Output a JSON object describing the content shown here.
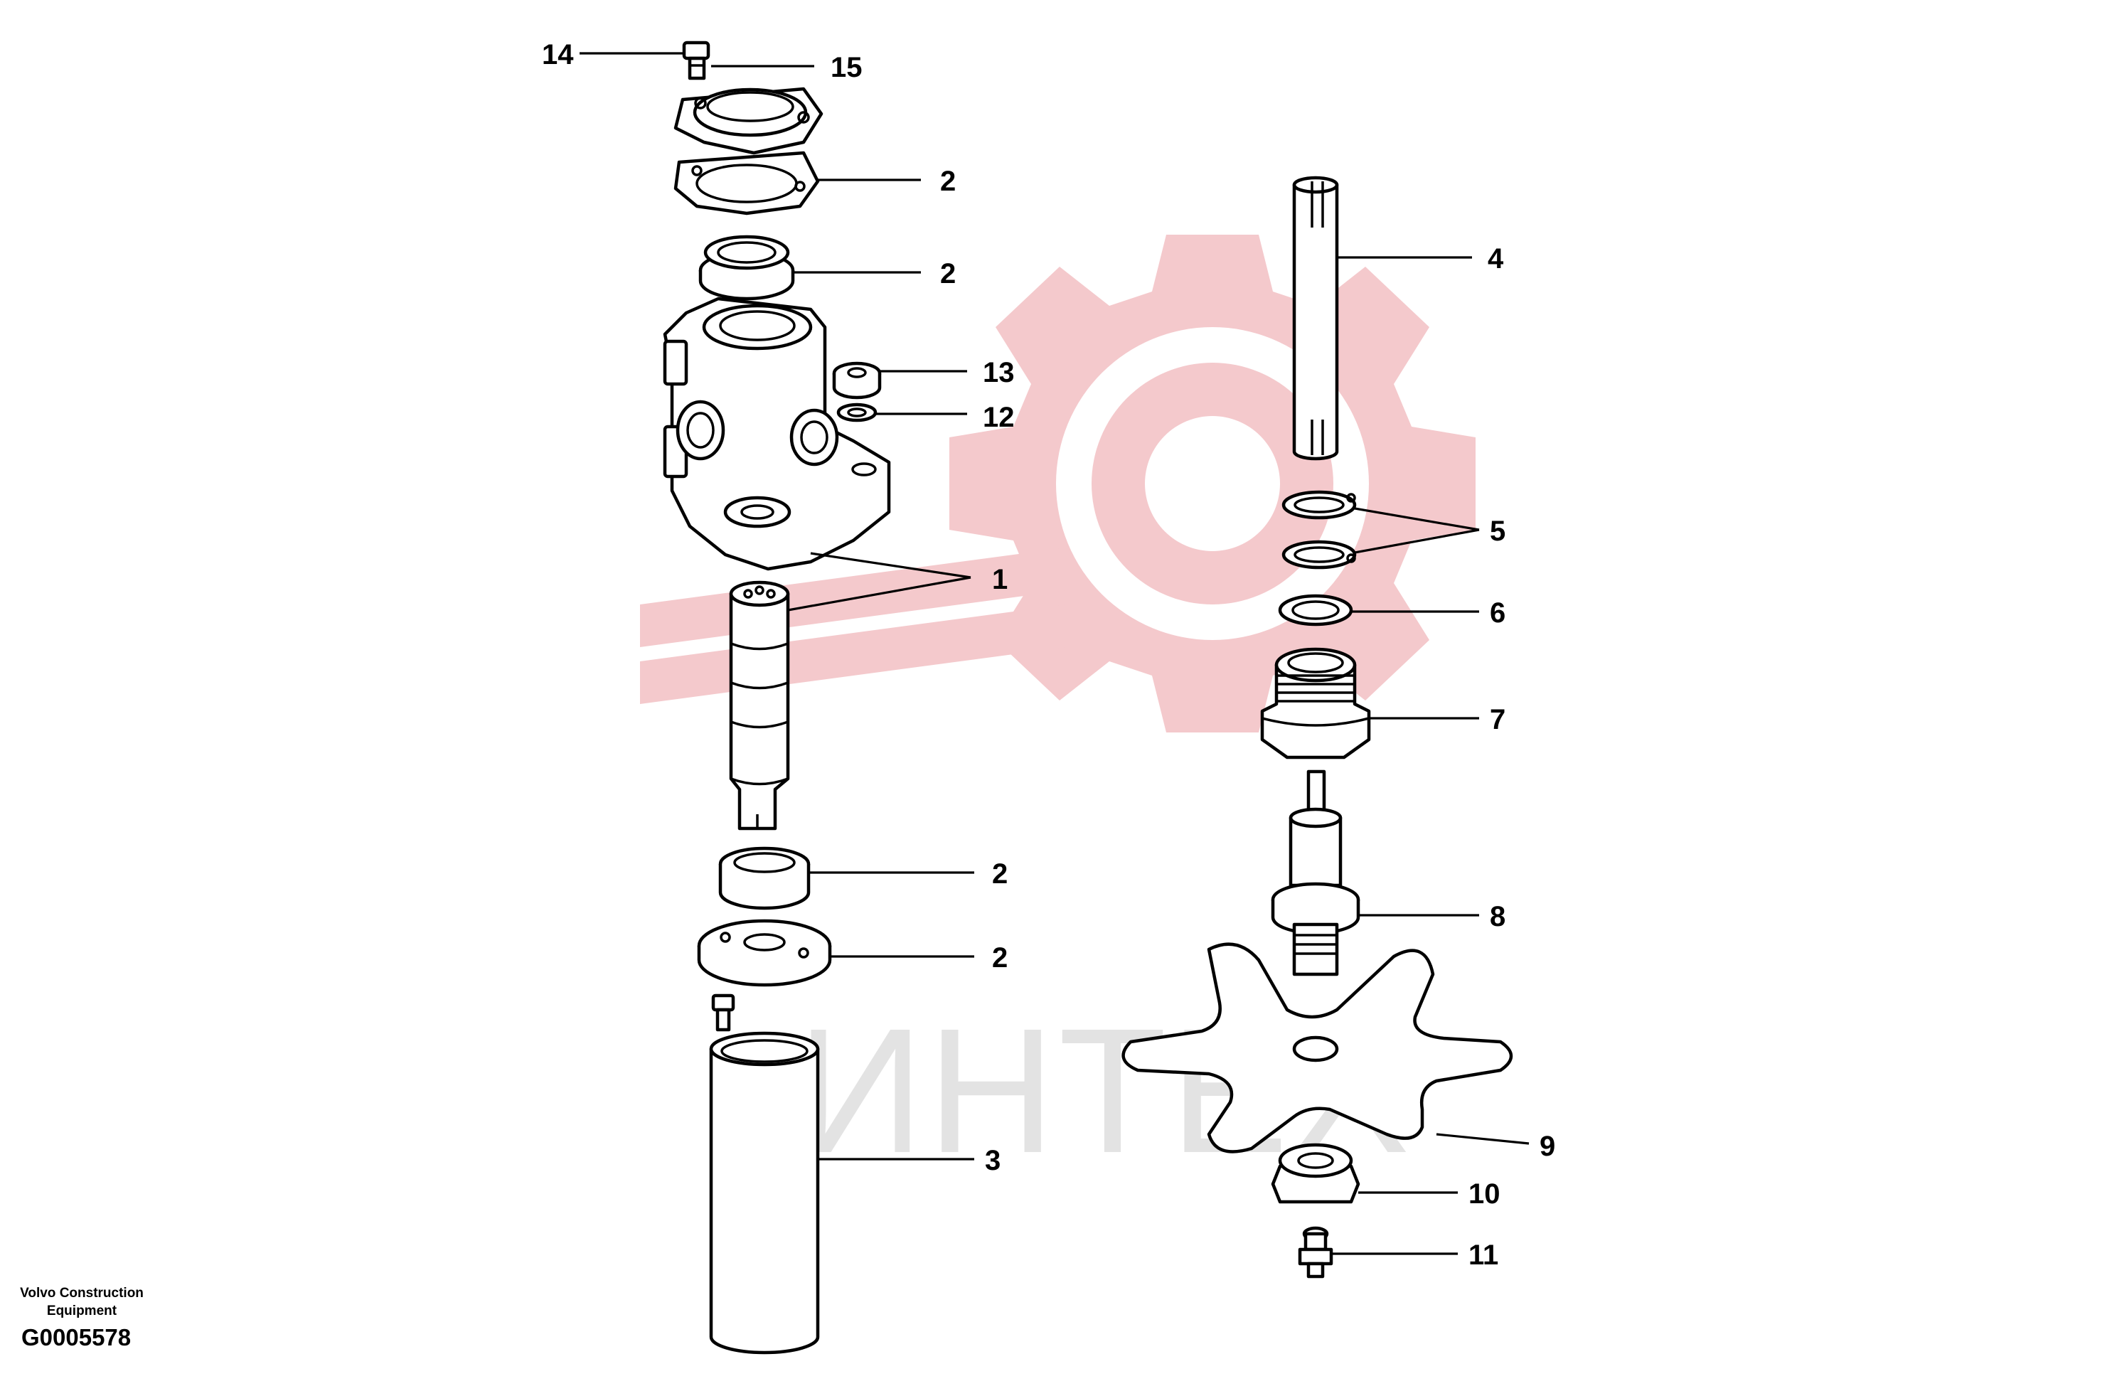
{
  "watermark": {
    "text": "ИНТЕХ",
    "gear_color": "#f4c9cc"
  },
  "footer": {
    "maker_line1": "Volvo Construction",
    "maker_line2": "Equipment",
    "drawing_code": "G0005578"
  },
  "callouts": [
    {
      "id": "14",
      "label": "14"
    },
    {
      "id": "15",
      "label": "15"
    },
    {
      "id": "2a",
      "label": "2"
    },
    {
      "id": "2b",
      "label": "2"
    },
    {
      "id": "13",
      "label": "13"
    },
    {
      "id": "12",
      "label": "12"
    },
    {
      "id": "1",
      "label": "1"
    },
    {
      "id": "2c",
      "label": "2"
    },
    {
      "id": "2d",
      "label": "2"
    },
    {
      "id": "3",
      "label": "3"
    },
    {
      "id": "4",
      "label": "4"
    },
    {
      "id": "5",
      "label": "5"
    },
    {
      "id": "6",
      "label": "6"
    },
    {
      "id": "7",
      "label": "7"
    },
    {
      "id": "8",
      "label": "8"
    },
    {
      "id": "9",
      "label": "9"
    },
    {
      "id": "10",
      "label": "10"
    },
    {
      "id": "11",
      "label": "11"
    }
  ]
}
